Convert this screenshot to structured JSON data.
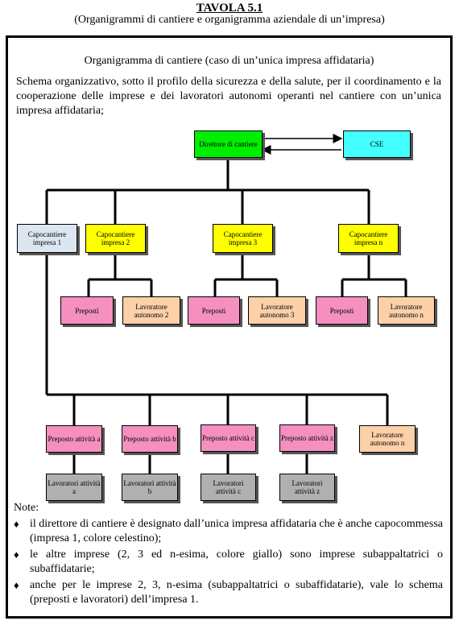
{
  "header": {
    "title": "TAVOLA 5.1",
    "subtitle": "(Organigrammi di cantiere e organigramma aziendale di un’impresa)"
  },
  "section": {
    "heading": "Organigramma di cantiere (caso di un’unica impresa affidataria)",
    "intro": "Schema organizzativo, sotto il profilo della sicurezza e della salute, per il coordinamento e la cooperazione delle imprese e dei lavoratori autonomi operanti nel cantiere con un’unica impresa affidataria;"
  },
  "chart": {
    "direttore": "Direttore di cantiere",
    "cse": "CSE",
    "capocantieri": [
      "Capocantiere impresa 1",
      "Capocantiere impresa 2",
      "Capocantiere impresa 3",
      "Capocantiere impresa n"
    ],
    "preposti": [
      "Preposti",
      "Preposti",
      "Preposti"
    ],
    "lavoratori_autonomi": [
      "Lavoratore autonomo 2",
      "Lavoratore autonomo 3",
      "Lavoratore autonomo n"
    ],
    "preposti_attivita": [
      "Preposto attività a",
      "Preposto attività b",
      "Preposto attività c",
      "Preposto attività z"
    ],
    "lavoratore_autonomo_n": "Lavoratore autonomo n",
    "lavoratori_attivita": [
      "Lavoratori attività a",
      "Lavoratori attività b",
      "Lavoratori attività c",
      "Lavoratori attività z"
    ],
    "colors": {
      "direttore": "#00ee00",
      "cse": "#44ffff",
      "impresa_1": "#dce6f1",
      "imprese_altre": "#ffff00",
      "preposti": "#f48fc0",
      "lavoratori_autonomi": "#fcd0a8",
      "lavoratori": "#b0b0b0"
    }
  },
  "notes": {
    "title": "Note:",
    "items": [
      "il direttore di cantiere è designato dall’unica impresa affidataria che è anche capocommessa (impresa 1, colore celestino);",
      "le altre imprese (2, 3 ed n-esima, colore giallo) sono imprese subappaltatrici o subaffidatarie;",
      "anche per le imprese 2, 3, n-esima (subappaltatrici o subaffidatarie), vale lo schema (preposti e lavoratori) dell’impresa 1."
    ]
  }
}
